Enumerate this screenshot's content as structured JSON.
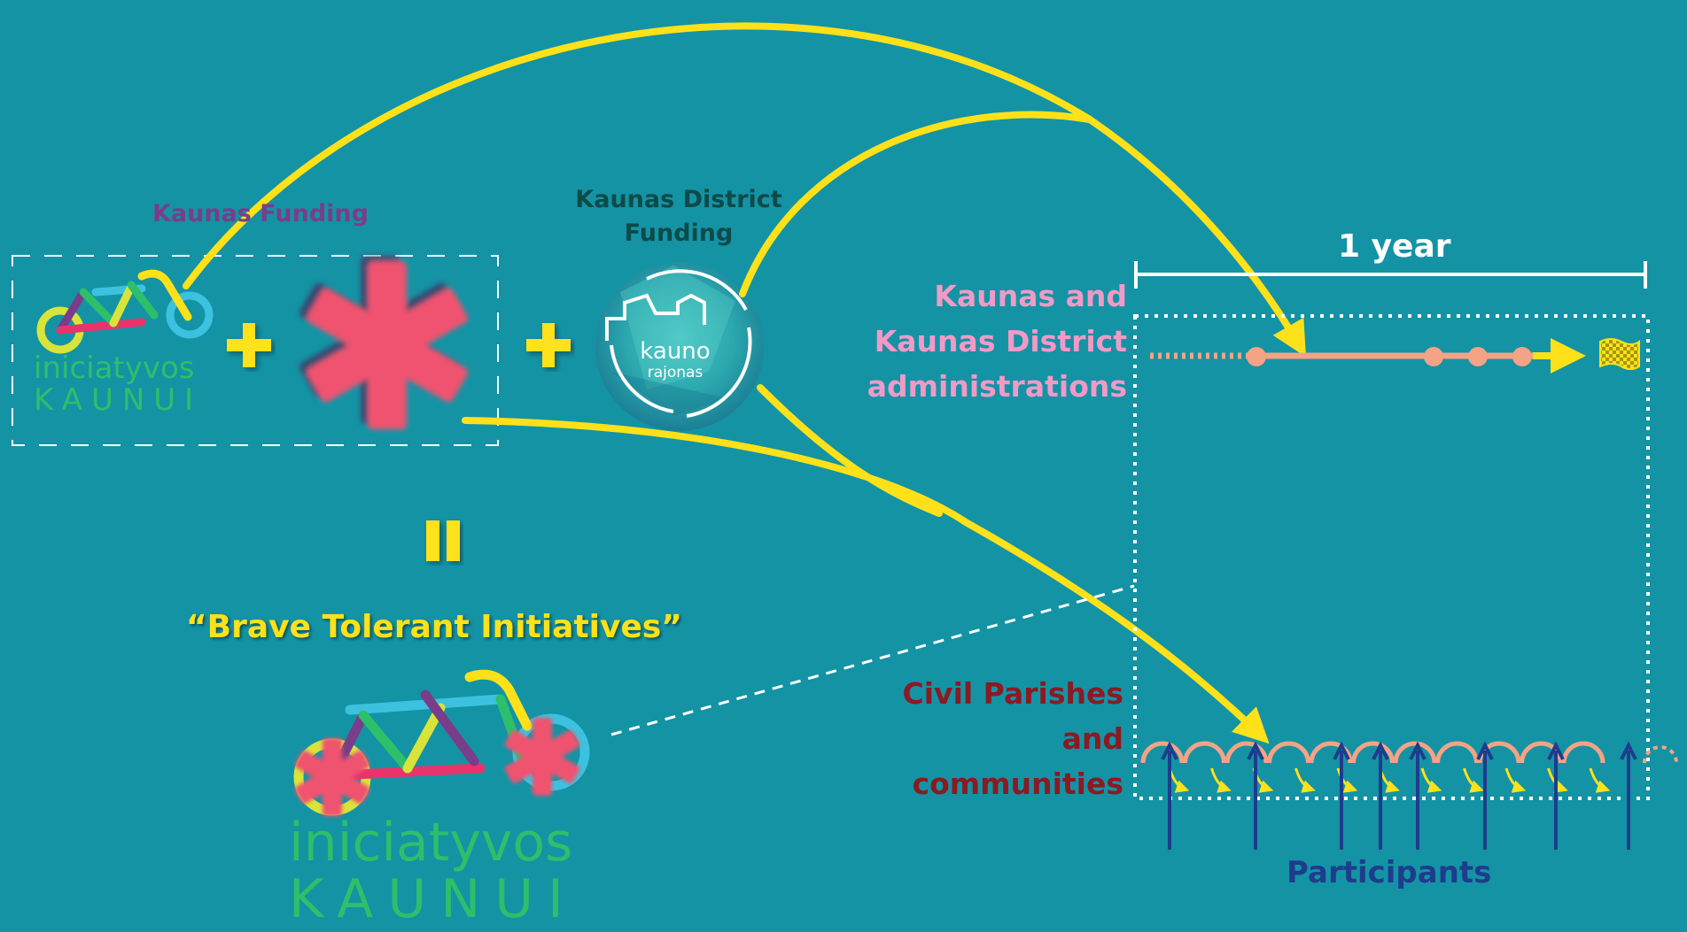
{
  "labels": {
    "kaunas_funding": "Kaunas Funding",
    "district_funding_line1": "Kaunas District",
    "district_funding_line2": "Funding",
    "one_year": "1 year",
    "admin_line1": "Kaunas and",
    "admin_line2": "Kaunas District",
    "admin_line3": "administrations",
    "civil_line1": "Civil Parishes",
    "civil_line2": "and",
    "civil_line3": "communities",
    "participants": "Participants",
    "brave": "“Brave Tolerant Initiatives”",
    "plus": "+",
    "equals": "="
  },
  "logos": {
    "initiatives_line1": "iniciatyvos",
    "initiatives_line2": "KAUNUI",
    "district_logo_line1": "kauno",
    "district_logo_line2": "rajonas"
  },
  "colors": {
    "background": "#1493a5",
    "arrow": "#ffe11a",
    "timeline": "#f4a385",
    "asterisk": "#ef5370",
    "admin_text": "#f19ac6",
    "civil_text": "#8b1a22",
    "participants_text": "#1e3c8c",
    "district_text": "#0d4a48",
    "kaunas_funding_text": "#7a3d8a",
    "logo_green": "#2dbf6a"
  }
}
